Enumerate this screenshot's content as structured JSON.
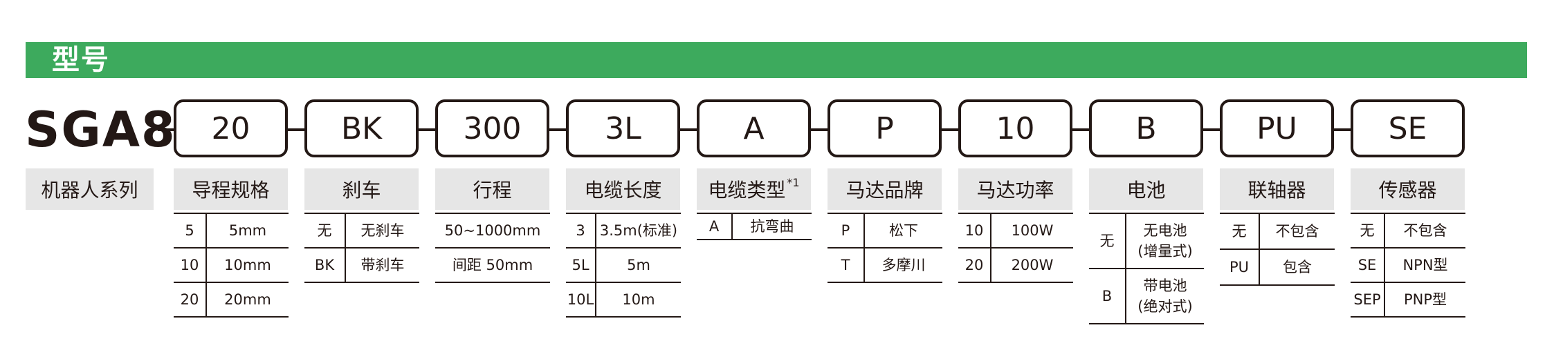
{
  "banner": {
    "title": "型号"
  },
  "model": "SGA8",
  "robot_series_label": "机器人系列",
  "codes": [
    "20",
    "BK",
    "300",
    "3L",
    "A",
    "P",
    "10",
    "B",
    "PU",
    "SE"
  ],
  "sections": [
    {
      "title": "导程规格",
      "rows": [
        {
          "k": "5",
          "v": "5mm"
        },
        {
          "k": "10",
          "v": "10mm"
        },
        {
          "k": "20",
          "v": "20mm"
        }
      ]
    },
    {
      "title": "刹车",
      "rows": [
        {
          "k": "无",
          "v": "无刹车"
        },
        {
          "k": "BK",
          "v": "带刹车"
        }
      ]
    },
    {
      "title": "行程",
      "rows": [
        {
          "v": "50~1000mm"
        },
        {
          "v": "间距 50mm"
        }
      ]
    },
    {
      "title": "电缆长度",
      "rows": [
        {
          "k": "3",
          "v": "3.5m(标准)"
        },
        {
          "k": "5L",
          "v": "5m"
        },
        {
          "k": "10L",
          "v": "10m"
        }
      ]
    },
    {
      "title": "电缆类型",
      "title_sup": "*1",
      "rows": [
        {
          "k": "A",
          "v": "抗弯曲"
        }
      ]
    },
    {
      "title": "马达品牌",
      "rows": [
        {
          "k": "P",
          "v": "松下"
        },
        {
          "k": "T",
          "v": "多摩川"
        }
      ]
    },
    {
      "title": "马达功率",
      "rows": [
        {
          "k": "10",
          "v": "100W"
        },
        {
          "k": "20",
          "v": "200W"
        }
      ]
    },
    {
      "title": "电池",
      "rows": [
        {
          "k": "无",
          "v": "无电池",
          "v2": "(增量式)"
        },
        {
          "k": "B",
          "v": "带电池",
          "v2": "(绝对式)"
        }
      ]
    },
    {
      "title": "联轴器",
      "rows": [
        {
          "k": "无",
          "v": "不包含"
        },
        {
          "k": "PU",
          "v": "包含"
        }
      ]
    },
    {
      "title": "传感器",
      "rows": [
        {
          "k": "无",
          "v": "不包含"
        },
        {
          "k": "SE",
          "v": "NPN型"
        },
        {
          "k": "SEP",
          "v": "PNP型"
        }
      ]
    }
  ]
}
